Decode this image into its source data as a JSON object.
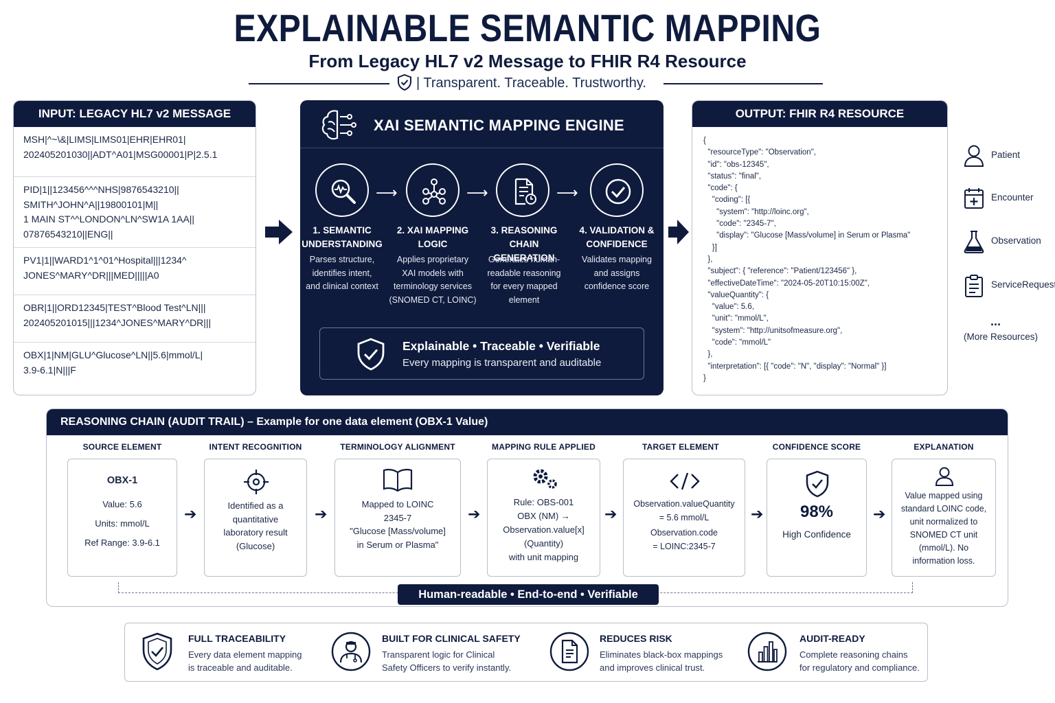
{
  "title": "EXPLAINABLE SEMANTIC MAPPING",
  "subtitle": "From Legacy HL7 v2 Message to FHIR R4 Resource",
  "tagline": "| Transparent. Traceable. Trustworthy.",
  "input": {
    "header": "INPUT: LEGACY HL7 v2 MESSAGE",
    "segments": [
      "MSH|^~\\&|LIMS|LIMS01|EHR|EHR01|\n202405201030||ADT^A01|MSG00001|P|2.5.1",
      "PID|1||123456^^^NHS|9876543210||\nSMITH^JOHN^A||19800101|M||\n1 MAIN ST^^LONDON^LN^SW1A 1AA||\n07876543210||ENG||",
      "PV1|1||WARD1^1^01^Hospital|||1234^\nJONES^MARY^DR|||MED|||||A0",
      "OBR|1||ORD12345|TEST^Blood Test^LN|||\n202405201015|||1234^JONES^MARY^DR|||",
      "OBX|1|NM|GLU^Glucose^LN||5.6|mmol/L|\n3.9-6.1|N|||F"
    ]
  },
  "engine": {
    "title": "XAI SEMANTIC MAPPING ENGINE",
    "steps": [
      {
        "title": "1. SEMANTIC\nUNDERSTANDING",
        "desc": "Parses structure,\nidentifies intent,\nand clinical context",
        "icon": "magnifier-pulse-icon"
      },
      {
        "title": "2. XAI MAPPING\nLOGIC",
        "desc": "Applies proprietary\nXAI models with\nterminology services\n(SNOMED CT, LOINC)",
        "icon": "network-graph-icon"
      },
      {
        "title": "3. REASONING\nCHAIN GENERATION",
        "desc": "Generates human-\nreadable reasoning\nfor every mapped\nelement",
        "icon": "document-clock-icon"
      },
      {
        "title": "4. VALIDATION &\nCONFIDENCE",
        "desc": "Validates mapping\nand assigns\nconfidence score",
        "icon": "check-circle-icon"
      }
    ],
    "banner_title": "Explainable • Traceable • Verifiable",
    "banner_sub": "Every mapping is transparent and auditable"
  },
  "output": {
    "header": "OUTPUT: FHIR R4 RESOURCE",
    "json_text": "{\n  \"resourceType\": \"Observation\",\n  \"id\": \"obs-12345\",\n  \"status\": \"final\",\n  \"code\": {\n    \"coding\": [{\n      \"system\": \"http://loinc.org\",\n      \"code\": \"2345-7\",\n      \"display\": \"Glucose [Mass/volume] in Serum or Plasma\"\n    }]\n  },\n  \"subject\": { \"reference\": \"Patient/123456\" },\n  \"effectiveDateTime\": \"2024-05-20T10:15:00Z\",\n  \"valueQuantity\": {\n    \"value\": 5.6,\n    \"unit\": \"mmol/L\",\n    \"system\": \"http://unitsofmeasure.org\",\n    \"code\": \"mmol/L\"\n  },\n  \"interpretation\": [{ \"code\": \"N\", \"display\": \"Normal\" }]\n}"
  },
  "resources": [
    {
      "label": "Patient",
      "icon": "person-icon"
    },
    {
      "label": "Encounter",
      "icon": "calendar-plus-icon"
    },
    {
      "label": "Observation",
      "icon": "flask-icon"
    },
    {
      "label": "ServiceRequest",
      "icon": "clipboard-icon"
    }
  ],
  "resources_more_dots": "...",
  "resources_more": "(More Resources)",
  "chain": {
    "header": "REASONING CHAIN (AUDIT TRAIL) – Example for one data element (OBX-1 Value)",
    "columns": [
      {
        "head": "SOURCE ELEMENT"
      },
      {
        "head": "INTENT RECOGNITION"
      },
      {
        "head": "TERMINOLOGY ALIGNMENT"
      },
      {
        "head": "MAPPING RULE APPLIED"
      },
      {
        "head": "TARGET ELEMENT"
      },
      {
        "head": "CONFIDENCE SCORE"
      },
      {
        "head": "EXPLANATION"
      }
    ],
    "source": {
      "name": "OBX-1",
      "value": "Value: 5.6",
      "units": "Units: mmol/L",
      "range": "Ref Range: 3.9-6.1"
    },
    "intent": "Identified as a\nquantitative\nlaboratory result\n(Glucose)",
    "terminology": "Mapped to LOINC\n2345-7\n\"Glucose [Mass/volume]\nin Serum or Plasma\"",
    "rule": "Rule: OBS-001\nOBX (NM) →\nObservation.value[x]\n(Quantity)\nwith unit mapping",
    "target_1": "Observation.valueQuantity\n= 5.6 mmol/L",
    "target_2": "Observation.code\n= LOINC:2345-7",
    "confidence": "98%",
    "confidence_label": "High Confidence",
    "explanation": "Value mapped using\nstandard LOINC code,\nunit normalized to\nSNOMED CT unit\n(mmol/L). No\ninformation loss.",
    "pill": "Human-readable • End-to-end • Verifiable"
  },
  "benefits": [
    {
      "title": "FULL TRACEABILITY",
      "desc": "Every data element mapping\nis traceable and auditable.",
      "icon": "shield-check-icon"
    },
    {
      "title": "BUILT FOR CLINICAL SAFETY",
      "desc": "Transparent logic for Clinical\nSafety Officers to verify instantly.",
      "icon": "doctor-icon"
    },
    {
      "title": "REDUCES RISK",
      "desc": "Eliminates black-box mappings\nand improves clinical trust.",
      "icon": "document-icon"
    },
    {
      "title": "AUDIT-READY",
      "desc": "Complete reasoning chains\nfor regulatory and compliance.",
      "icon": "bar-chart-icon"
    }
  ],
  "colors": {
    "navy": "#0f1b3d",
    "border": "#b8bfcc"
  }
}
